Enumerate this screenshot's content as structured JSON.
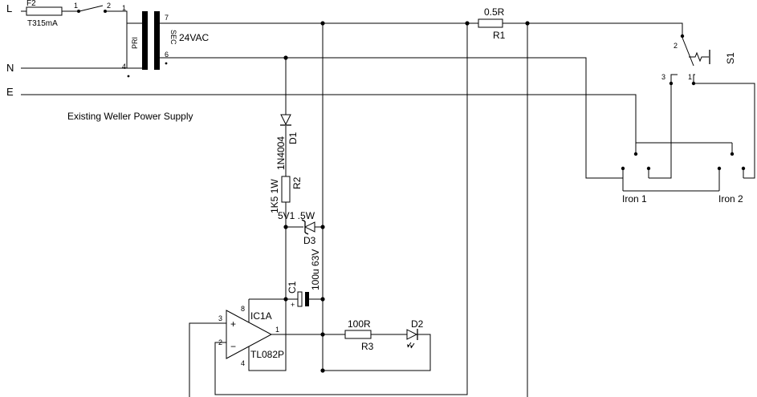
{
  "rails": {
    "live": "L",
    "neutral": "N",
    "earth": "E"
  },
  "fuse": {
    "ref": "F2",
    "value": "T315mA"
  },
  "mains_switch": {
    "pin1": "1",
    "pin2": "2"
  },
  "transformer": {
    "primary": "PRI",
    "secondary": "SEC",
    "secondary_voltage": "24VAC",
    "pins": {
      "p1": "1",
      "p4": "4",
      "p7": "7",
      "p6": "6"
    }
  },
  "supply_label": "Existing Weller Power Supply",
  "resistors": [
    {
      "ref": "R1",
      "value": "0.5R"
    },
    {
      "ref": "R2",
      "value": "1K5 1W"
    },
    {
      "ref": "R3",
      "value": "100R"
    }
  ],
  "diode_d1": {
    "ref": "D1",
    "value": "1N4004"
  },
  "zener_d3": {
    "ref": "D3",
    "value": "5V1 .5W"
  },
  "capacitor_c1": {
    "ref": "C1",
    "value": "100u 63V",
    "polarity": "+"
  },
  "led_d2": {
    "ref": "D2"
  },
  "opamp": {
    "ref": "IC1A",
    "part": "TL082P",
    "pins": {
      "in_plus": "3",
      "in_minus": "2",
      "out": "1",
      "vcc": "8",
      "gnd": "4"
    },
    "plus_sign": "+",
    "minus_sign": "−"
  },
  "switch_s1": {
    "ref": "S1",
    "pin1": "1",
    "pin2": "2",
    "pin3": "3"
  },
  "irons": {
    "iron1": "Iron 1",
    "iron2": "Iron 2"
  }
}
